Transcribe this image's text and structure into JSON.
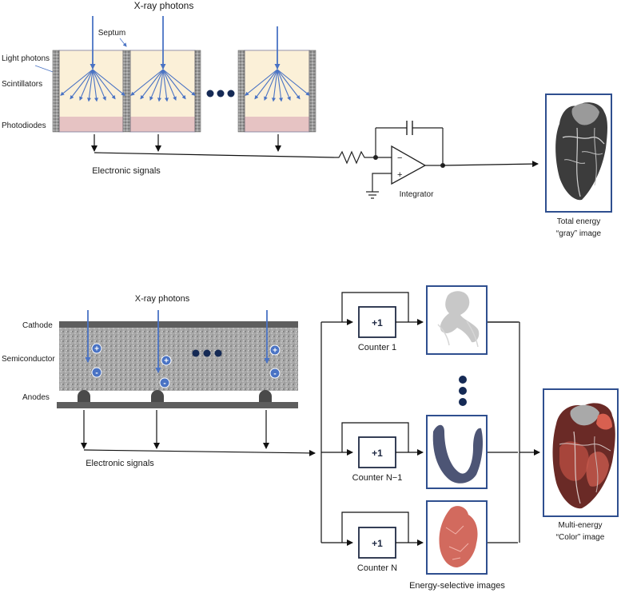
{
  "top": {
    "xray_label": "X-ray photons",
    "septum_label": "Septum",
    "light_photons_label": "Light photons",
    "scintillators_label": "Scintillators",
    "photodiodes_label": "Photodiodes",
    "electronic_signals_label": "Electronic signals",
    "integrator_label": "Integrator",
    "output_line1": "Total energy",
    "output_line2": "“gray” image",
    "op_minus": "−",
    "op_plus": "+"
  },
  "bottom": {
    "xray_label": "X-ray photons",
    "cathode_label": "Cathode",
    "semiconductor_label": "Semiconductor",
    "anodes_label": "Anodes",
    "electronic_signals_label": "Electronic signals",
    "counters": [
      {
        "label": "Counter 1",
        "value": "+1"
      },
      {
        "label": "Counter N−1",
        "value": "+1"
      },
      {
        "label": "Counter N",
        "value": "+1"
      }
    ],
    "energy_selective_label": "Energy-selective images",
    "output_line1": "Multi-energy",
    "output_line2": "“Color” image",
    "plus_sign": "+",
    "minus_sign": "-"
  },
  "colors": {
    "beam": "#4a73c4",
    "scint": "#fbf0d8",
    "photodiode": "#e6c3c3",
    "frame": "#2f4f8f",
    "counter_border": "#1f2a44",
    "dots": "#152a55",
    "electrode": "#5e5e5e"
  }
}
